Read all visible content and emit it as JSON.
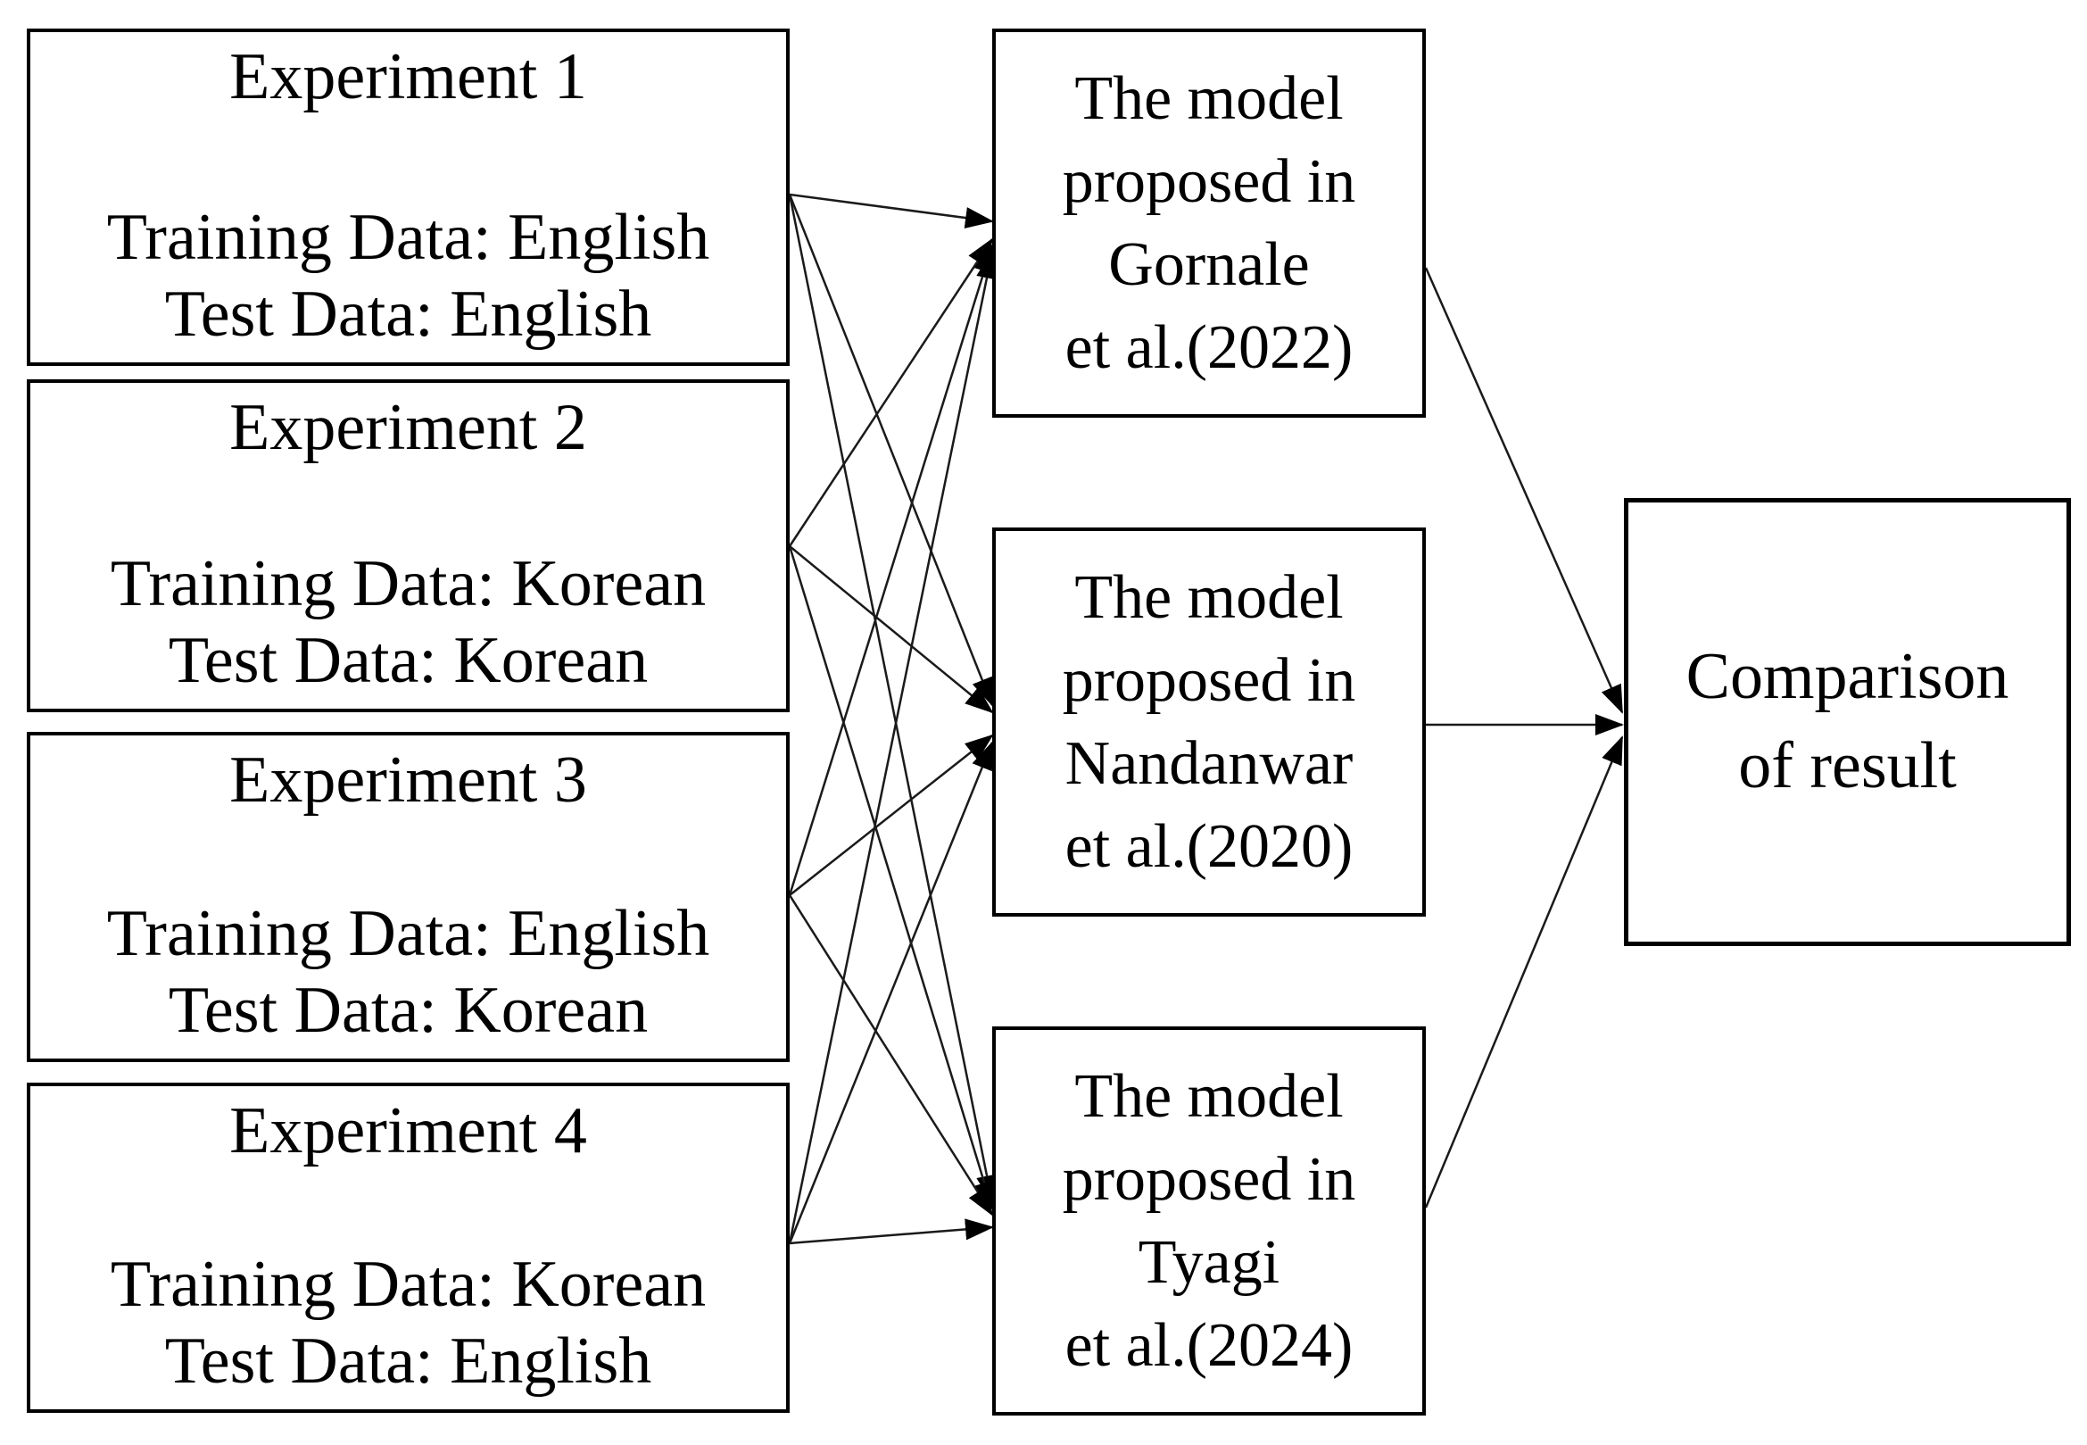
{
  "figure": {
    "background": "#ffffff",
    "ink": "#000000",
    "type": "flow-diagram"
  },
  "experiments": [
    {
      "id": "experiment-1",
      "title": "Experiment 1",
      "training": "Training Data: English",
      "test": "Test Data: English"
    },
    {
      "id": "experiment-2",
      "title": "Experiment 2",
      "training": "Training Data: Korean",
      "test": "Test Data: Korean"
    },
    {
      "id": "experiment-3",
      "title": "Experiment 3",
      "training": "Training Data: English",
      "test": "Test Data: Korean"
    },
    {
      "id": "experiment-4",
      "title": "Experiment 4",
      "training": "Training Data: Korean",
      "test": "Test Data: English"
    }
  ],
  "models": [
    {
      "id": "model-gornale",
      "lines": [
        "The model",
        "proposed in",
        "Gornale",
        "et al.(2022)"
      ]
    },
    {
      "id": "model-nandanwar",
      "lines": [
        "The model",
        "proposed in",
        "Nandanwar",
        "et al.(2020)"
      ]
    },
    {
      "id": "model-tyagi",
      "lines": [
        "The model",
        "proposed in",
        "Tyagi",
        "et al.(2024)"
      ]
    }
  ],
  "comparison": {
    "id": "comparison",
    "lines": [
      "Comparison",
      "of result"
    ]
  },
  "edges": [
    {
      "from": "experiment-1",
      "to": "model-gornale"
    },
    {
      "from": "experiment-1",
      "to": "model-nandanwar"
    },
    {
      "from": "experiment-1",
      "to": "model-tyagi"
    },
    {
      "from": "experiment-2",
      "to": "model-gornale"
    },
    {
      "from": "experiment-2",
      "to": "model-nandanwar"
    },
    {
      "from": "experiment-2",
      "to": "model-tyagi"
    },
    {
      "from": "experiment-3",
      "to": "model-gornale"
    },
    {
      "from": "experiment-3",
      "to": "model-nandanwar"
    },
    {
      "from": "experiment-3",
      "to": "model-tyagi"
    },
    {
      "from": "experiment-4",
      "to": "model-gornale"
    },
    {
      "from": "experiment-4",
      "to": "model-nandanwar"
    },
    {
      "from": "experiment-4",
      "to": "model-tyagi"
    },
    {
      "from": "model-gornale",
      "to": "comparison"
    },
    {
      "from": "model-nandanwar",
      "to": "comparison"
    },
    {
      "from": "model-tyagi",
      "to": "comparison"
    }
  ]
}
